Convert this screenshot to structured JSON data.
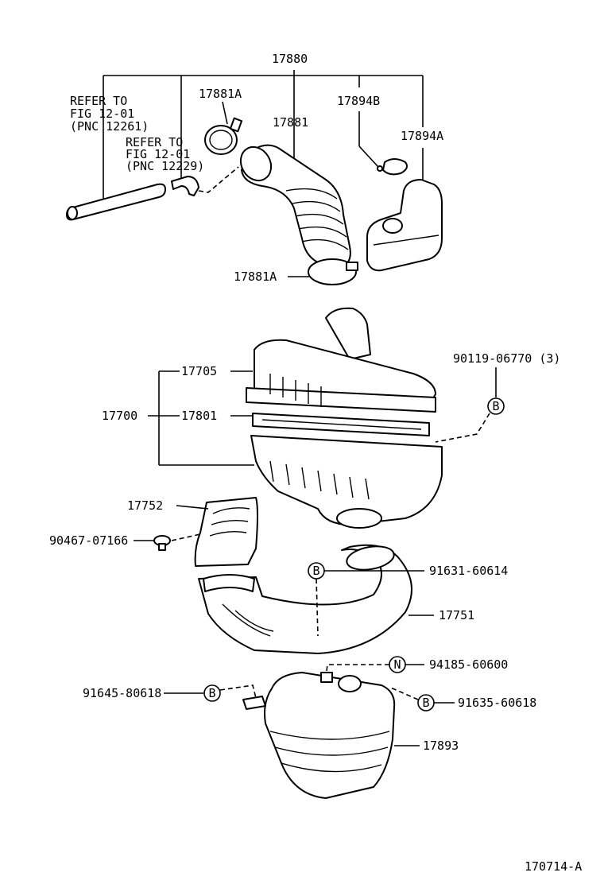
{
  "labels": {
    "p17880": "17880",
    "p17881A_top": "17881A",
    "p17881": "17881",
    "p17894B": "17894B",
    "p17894A": "17894A",
    "refer1_l1": "REFER TO",
    "refer1_l2": "FIG 12-01",
    "refer1_l3": "(PNC 12261)",
    "refer2_l1": "REFER TO",
    "refer2_l2": "FIG 12-01",
    "refer2_l3": "(PNC 12229)",
    "p17881A_bottom": "17881A",
    "p90119": "90119-06770 (3)",
    "p17705": "17705",
    "p17700": "17700",
    "p17801": "17801",
    "p17752": "17752",
    "p90467": "90467-07166",
    "p91631": "91631-60614",
    "p17751": "17751",
    "p94185": "94185-60600",
    "p91645": "91645-80618",
    "p91635": "91635-60618",
    "p17893": "17893",
    "figure_id": "170714-A"
  },
  "callouts": {
    "b1": "B",
    "b2": "B",
    "b3": "B",
    "b4": "B",
    "n1": "N"
  }
}
